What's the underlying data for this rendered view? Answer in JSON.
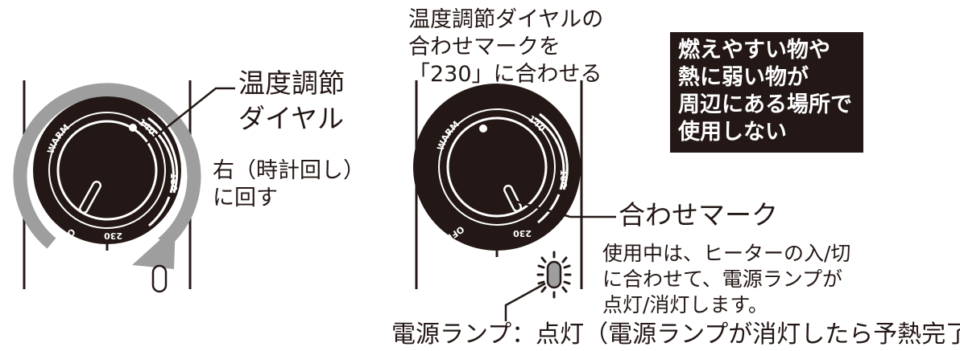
{
  "left_dial": {
    "scale_labels": [
      "WARM",
      "140",
      "180",
      "230",
      "OFF"
    ],
    "callout_label_lines": [
      "温度調節",
      "ダイヤル"
    ],
    "instruction_lines": [
      "右（時計回し）",
      "に回す"
    ]
  },
  "right_dial": {
    "top_instruction_lines": [
      "温度調節ダイヤルの",
      "合わせマークを",
      "「230」に合わせる"
    ],
    "scale_labels": [
      "WARM",
      "140",
      "180",
      "230",
      "OFF"
    ],
    "mark_callout": "合わせマーク",
    "lamp_note_lines": [
      "使用中は、ヒーターの入/切",
      "に合わせて、電源ランプが",
      "点灯/消灯します。"
    ],
    "lamp_caption": "電源ランプ：点灯（電源ランプが消灯したら予熱完了）"
  },
  "warning_box": {
    "lines": [
      "燃えやすい物や",
      "熱に弱い物が",
      "周辺にある場所で",
      "使用しない"
    ],
    "background": "#231815",
    "text_color": "#ffffff"
  },
  "colors": {
    "ink": "#231815",
    "arrow_gray": "#9e9e9f",
    "background": "#ffffff"
  }
}
